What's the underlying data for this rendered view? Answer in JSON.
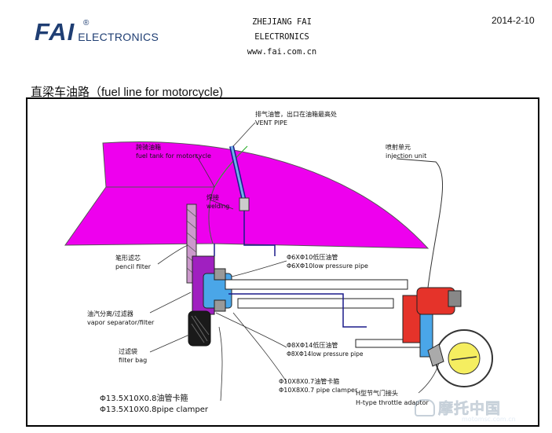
{
  "header": {
    "logo_text": "FAI",
    "logo_registered": "®",
    "logo_subtitle": "ELECTRONICS",
    "company_name": "ZHEJIANG FAI ELECTRONICS",
    "website": "www.fai.com.cn",
    "date": "2014-2-10"
  },
  "caption": "直梁车油路（fuel line for motorcycle)",
  "diagram": {
    "labels": {
      "vent_cn": "排气油管，出口在油箱最高处",
      "vent_en": "VENT PIPE",
      "tank_cn": "跨骑油箱",
      "tank_en": "fuel tank for motorcycle",
      "injection_cn": "喷射单元",
      "injection_en": "injection unit",
      "welding_cn": "焊接",
      "welding_en": "welding",
      "pencil_cn": "笔形滤芯",
      "pencil_en": "pencil filter",
      "low_pipe_cn": "Φ6XΦ10低压油管",
      "low_pipe_en": "Φ6XΦ10low pressure pipe",
      "vapor_cn": "油汽分离/过滤器",
      "vapor_en": "vapor separator/filter",
      "low_pipe2_cn": "Φ8XΦ14低压油管",
      "low_pipe2_en": "Φ8XΦ14low pressure pipe",
      "filter_bag_cn": "过滤袋",
      "filter_bag_en": "filter bag",
      "clamper_small_cn": "Φ10X8X0.7油管卡箍",
      "clamper_small_en": "Φ10X8X0.7 pipe clamper",
      "h_adaptor_cn": "H型节气门接头",
      "h_adaptor_en": "H-type throttle adaptor",
      "clamper_big_cn": "Φ13.5X10X0.8油管卡箍",
      "clamper_big_en": "Φ13.5X10X0.8pipe clamper"
    },
    "colors": {
      "tank_fill": "#ee00ee",
      "vapor_fill": "#4aa6e8",
      "injector_red": "#e5332a",
      "pipe": "#1a1a8a"
    }
  },
  "watermark": {
    "text_cn": "摩托中国",
    "text_en": "motomsc.com.cn"
  }
}
